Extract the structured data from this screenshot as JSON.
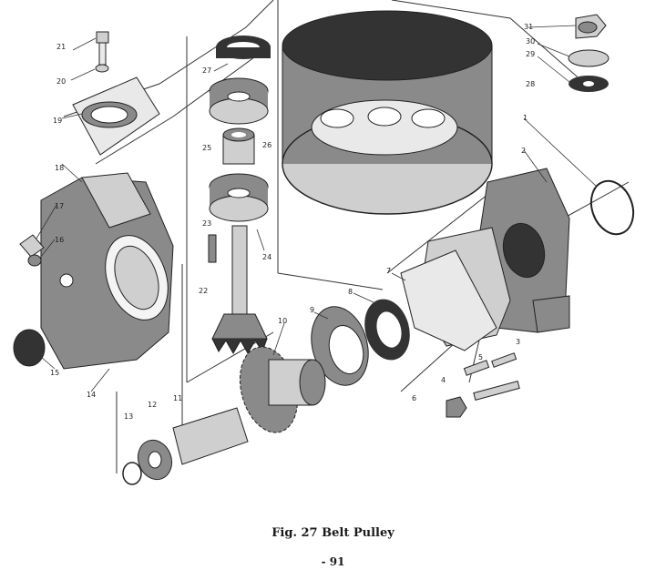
{
  "caption": "Fig. 27 Belt Pulley",
  "page_number": "- 91",
  "callouts": [
    {
      "id": "c1",
      "label": "1"
    },
    {
      "id": "c2",
      "label": "2"
    },
    {
      "id": "c3",
      "label": "3"
    },
    {
      "id": "c4",
      "label": "4"
    },
    {
      "id": "c5",
      "label": "5"
    },
    {
      "id": "c6",
      "label": "6"
    },
    {
      "id": "c7",
      "label": "7"
    },
    {
      "id": "c8",
      "label": "8"
    },
    {
      "id": "c9",
      "label": "9"
    },
    {
      "id": "c10",
      "label": "10"
    },
    {
      "id": "c11",
      "label": "11"
    },
    {
      "id": "c12",
      "label": "12"
    },
    {
      "id": "c13",
      "label": "13"
    },
    {
      "id": "c14",
      "label": "14"
    },
    {
      "id": "c15",
      "label": "15"
    },
    {
      "id": "c16",
      "label": "16"
    },
    {
      "id": "c17",
      "label": "17"
    },
    {
      "id": "c18",
      "label": "18"
    },
    {
      "id": "c19",
      "label": "19"
    },
    {
      "id": "c20",
      "label": "20"
    },
    {
      "id": "c21",
      "label": "21"
    },
    {
      "id": "c22",
      "label": "22"
    },
    {
      "id": "c23",
      "label": "23"
    },
    {
      "id": "c24",
      "label": "24"
    },
    {
      "id": "c25",
      "label": "25"
    },
    {
      "id": "c26",
      "label": "26"
    },
    {
      "id": "c27",
      "label": "27"
    },
    {
      "id": "c28",
      "label": "28"
    },
    {
      "id": "c29",
      "label": "29"
    },
    {
      "id": "c30",
      "label": "30"
    },
    {
      "id": "c31",
      "label": "31"
    }
  ]
}
